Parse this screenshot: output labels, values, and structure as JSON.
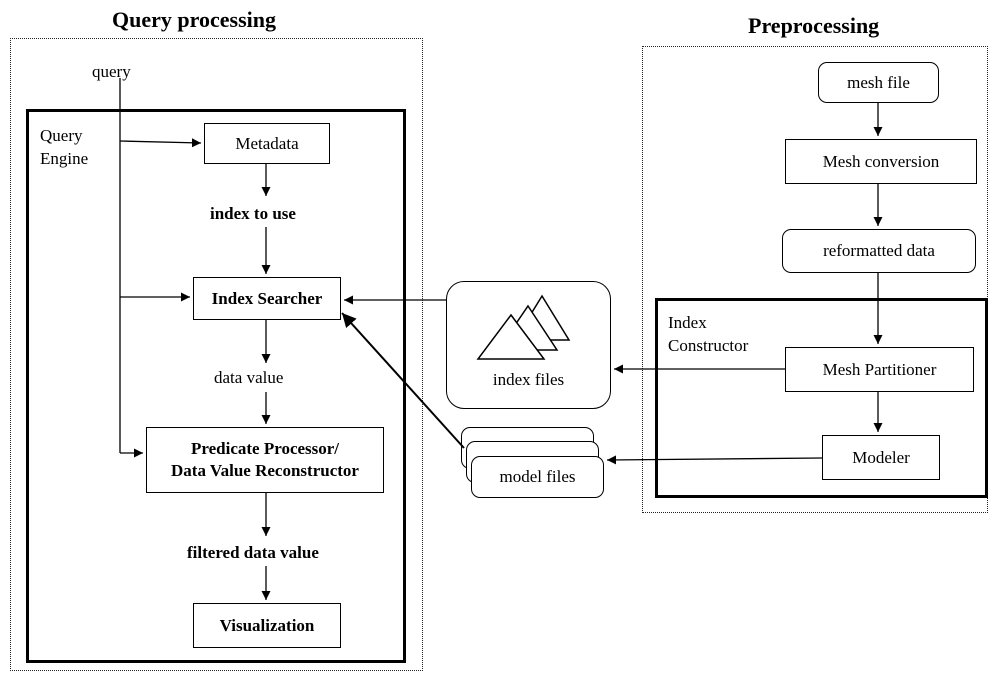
{
  "titles": {
    "query_processing": "Query processing",
    "preprocessing": "Preprocessing"
  },
  "query_engine": {
    "label_line1": "Query",
    "label_line2": "Engine",
    "query_input": "query",
    "metadata": "Metadata",
    "index_to_use": "index to use",
    "index_searcher": "Index Searcher",
    "data_value": "data value",
    "predicate_line1": "Predicate Processor/",
    "predicate_line2": "Data Value Reconstructor",
    "filtered_data_value": "filtered data value",
    "visualization": "Visualization"
  },
  "preprocessing": {
    "mesh_file": "mesh file",
    "mesh_conversion": "Mesh conversion",
    "reformatted_data": "reformatted data",
    "index_constructor_line1": "Index",
    "index_constructor_line2": "Constructor",
    "mesh_partitioner": "Mesh Partitioner",
    "modeler": "Modeler"
  },
  "files": {
    "index_files": "index files",
    "model_files": "model files"
  }
}
